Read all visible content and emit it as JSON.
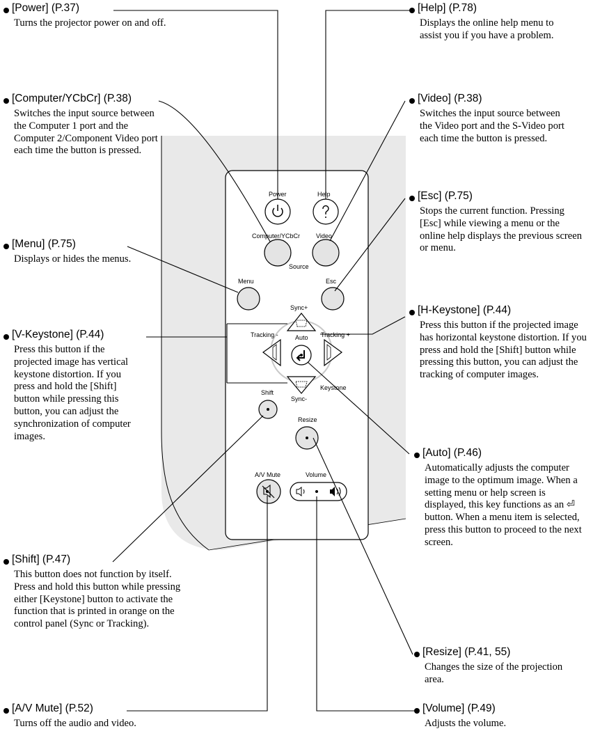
{
  "callouts": {
    "power": {
      "title": "[Power] (P.37)",
      "desc": "Turns the projector power on and off."
    },
    "help": {
      "title": "[Help] (P.78)",
      "desc": "Displays the online help menu to assist you if you have a problem."
    },
    "computer": {
      "title": "[Computer/YCbCr] (P.38)",
      "desc": "Switches the input source between the Computer 1 port and the Computer 2/Component Video port each time the button is pressed."
    },
    "video": {
      "title": "[Video] (P.38)",
      "desc": "Switches the input source between the Video port and the S-Video port each time the button is pressed."
    },
    "menu": {
      "title": "[Menu] (P.75)",
      "desc": "Displays or hides the menus."
    },
    "esc": {
      "title": "[Esc] (P.75)",
      "desc": "Stops the current function. Pressing [Esc] while viewing a menu or the online help displays the previous screen or menu."
    },
    "vkey": {
      "title": "[V-Keystone] (P.44)",
      "desc": "Press this button if the projected image has vertical keystone distortion. If you press and hold the [Shift] button while pressing this button, you can adjust the synchronization of computer images."
    },
    "hkey": {
      "title": "[H-Keystone] (P.44)",
      "desc": "Press this button if the projected image has horizontal keystone distortion. If you press and hold the [Shift] button while pressing this button, you can adjust the tracking of computer images."
    },
    "auto": {
      "title": "[Auto] (P.46)",
      "desc": "Automatically adjusts the computer image to the optimum image. When a setting menu or help screen is displayed, this key functions as an ⏎ button. When a menu item is selected, press this button to proceed to the next screen."
    },
    "shift": {
      "title": "[Shift] (P.47)",
      "desc": "This button does not function by itself. Press and hold this button while pressing either [Keystone] button to activate the function that is printed in orange on the control panel (Sync or Tracking)."
    },
    "resize": {
      "title": "[Resize] (P.41, 55)",
      "desc": "Changes the size of the projection area."
    },
    "avmute": {
      "title": "[A/V Mute] (P.52)",
      "desc": "Turns off the audio and video."
    },
    "volume": {
      "title": "[Volume] (P.49)",
      "desc": "Adjusts the volume."
    }
  },
  "panel": {
    "labels": {
      "power": "Power",
      "help": "Help",
      "computer": "Computer/YCbCr",
      "video": "Video",
      "source": "Source",
      "menu": "Menu",
      "esc": "Esc",
      "sync_plus": "Sync+",
      "tracking_minus": "Tracking -",
      "auto": "Auto",
      "tracking_plus": "Tracking +",
      "sync_minus": "Sync-",
      "keystone": "Keystone",
      "shift": "Shift",
      "resize": "Resize",
      "av_mute": "A/V Mute",
      "volume": "Volume"
    }
  },
  "colors": {
    "panel_bg": "#e9e9e9",
    "line": "#000000",
    "button_fill": "#e4e4e4"
  },
  "icons": [
    "power-icon",
    "question-icon",
    "keystone-up-icon",
    "keystone-left-icon",
    "enter-icon",
    "keystone-right-icon",
    "keystone-down-icon",
    "mute-icon",
    "volume-down-icon",
    "volume-up-icon"
  ]
}
